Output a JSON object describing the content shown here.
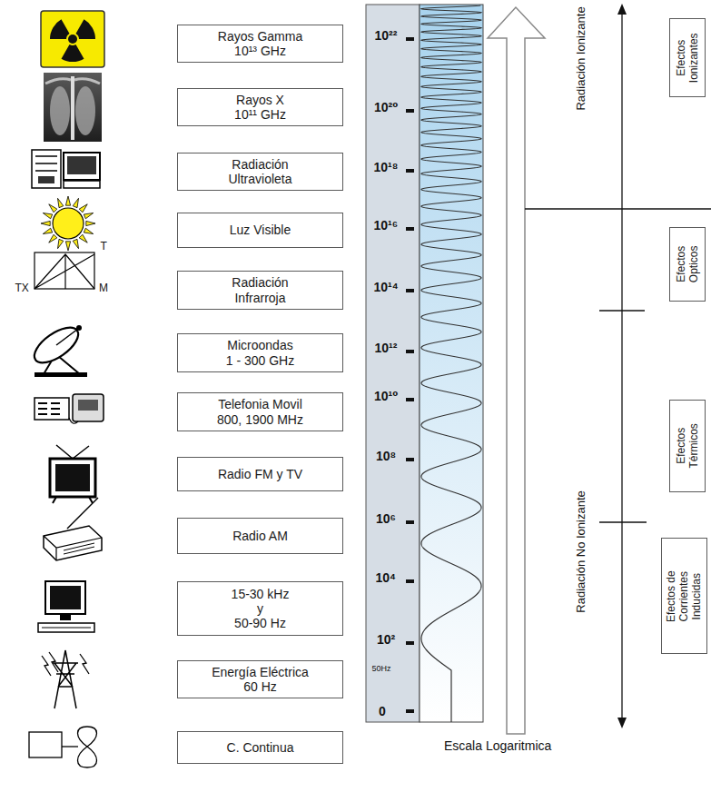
{
  "diagram": {
    "nodes": [
      {
        "text": [
          "Rayos Gamma 10¹³ GHz"
        ]
      },
      {
        "text": [
          "Rayos X 10¹¹ GHz"
        ]
      },
      {
        "text": [
          "Radiación Ultravioleta"
        ]
      },
      {
        "text": [
          "Luz Visible"
        ]
      },
      {
        "text": [
          "Radiación Infrarroja"
        ]
      },
      {
        "text": [
          "Microondas 1 - 300 GHz"
        ]
      },
      {
        "text": [
          "Telefonia Movil 800, 1900 MHz"
        ]
      },
      {
        "text": [
          "Radio FM y TV"
        ]
      },
      {
        "text": [
          "Radio AM"
        ]
      },
      {
        "text": [
          "15-30 kHz y 50-90 Hz"
        ]
      },
      {
        "text": [
          "Energía Eléctrica 60 Hz"
        ]
      },
      {
        "text": [
          "C. Continua"
        ]
      },
      {
        "text": [
          "Efectos Ionizantes"
        ]
      },
      {
        "text": [
          "Efectos Opticos"
        ]
      },
      {
        "text": [
          "Efectos Térmicos"
        ]
      },
      {
        "text": [
          "Efectos de Corrientes Inducidas"
        ]
      }
    ],
    "labels": [
      "T",
      "TX",
      "M",
      "10²²",
      "10²⁰",
      "10¹⁸",
      "10¹⁶",
      "10¹⁴",
      "10¹²",
      "10¹⁰",
      "10⁸",
      "10⁶",
      "10⁴",
      "10²",
      "50Hz",
      "0",
      "Escala Logaritmica",
      "Radiación Ionizante",
      "Radiación No Ionizante"
    ]
  }
}
